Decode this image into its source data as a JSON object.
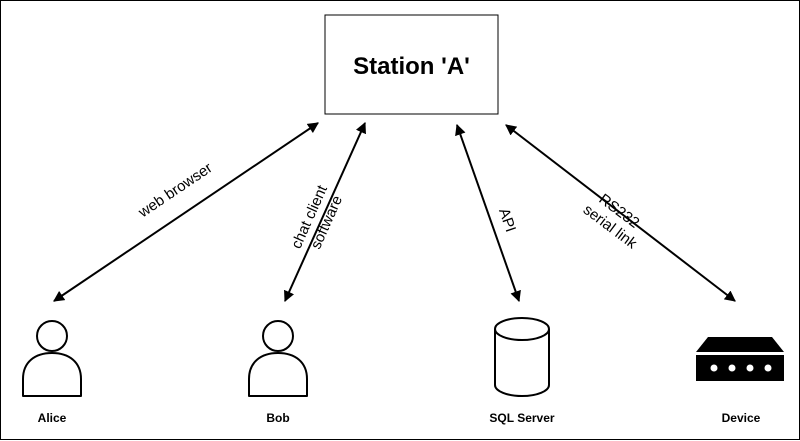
{
  "station": {
    "title": "Station 'A'"
  },
  "nodes": {
    "alice": {
      "label": "Alice",
      "icon": "person-icon"
    },
    "bob": {
      "label": "Bob",
      "icon": "person-icon"
    },
    "sql_server": {
      "label": "SQL Server",
      "icon": "database-icon"
    },
    "device": {
      "label": "Device",
      "icon": "network-device-icon"
    }
  },
  "links": {
    "alice": {
      "line1": "web browser"
    },
    "bob": {
      "line1": "chat client",
      "line2": "software"
    },
    "sql_server": {
      "line1": "API"
    },
    "device": {
      "line1": "RS232",
      "line2": "serial link"
    }
  },
  "colors": {
    "stroke": "#000000",
    "background": "#ffffff"
  }
}
